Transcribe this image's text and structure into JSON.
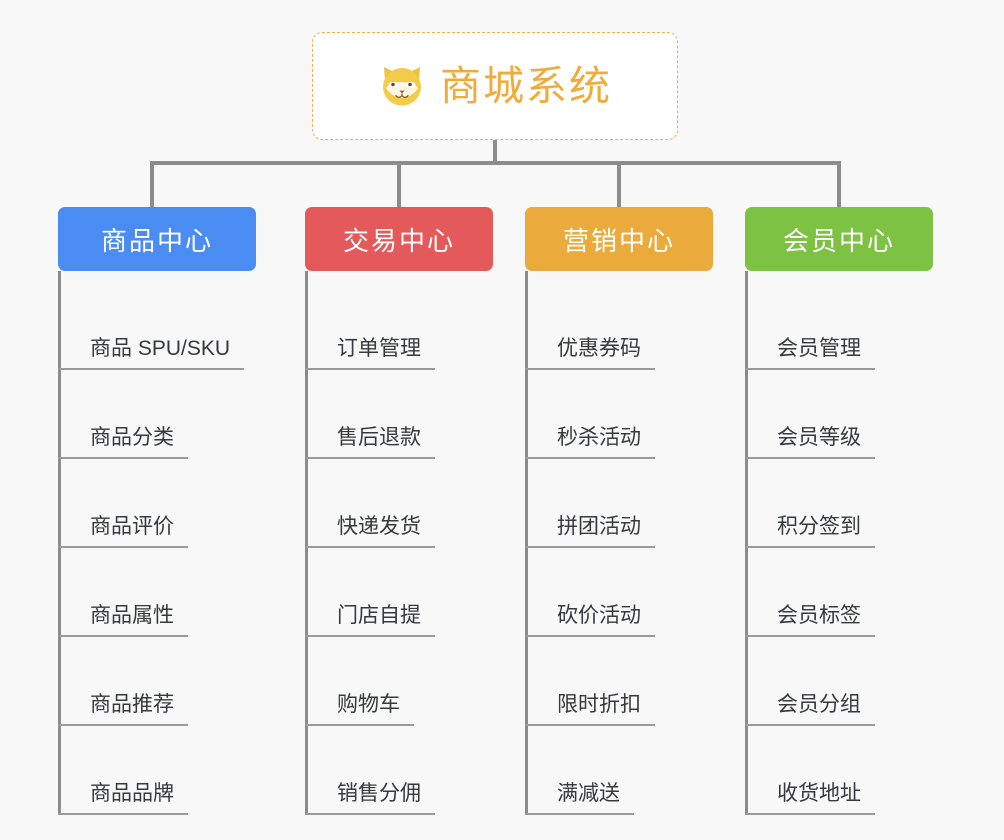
{
  "page": {
    "background_color": "#f8f8f8",
    "line_color": "#8c8c8c"
  },
  "root": {
    "title": "商城系统",
    "icon": "shiba-dog-icon",
    "text_color": "#efab3c",
    "border_color": "#eeb04a",
    "background_color": "#ffffff"
  },
  "columns": [
    {
      "id": "product-center",
      "label": "商品中心",
      "color": "#4a8cf2",
      "items": [
        "商品 SPU/SKU",
        "商品分类",
        "商品评价",
        "商品属性",
        "商品推荐",
        "商品品牌"
      ]
    },
    {
      "id": "trade-center",
      "label": "交易中心",
      "color": "#e4595a",
      "items": [
        "订单管理",
        "售后退款",
        "快递发货",
        "门店自提",
        "购物车",
        "销售分佣"
      ]
    },
    {
      "id": "marketing-center",
      "label": "营销中心",
      "color": "#eaaa3c",
      "items": [
        "优惠券码",
        "秒杀活动",
        "拼团活动",
        "砍价活动",
        "限时折扣",
        "满减送"
      ]
    },
    {
      "id": "member-center",
      "label": "会员中心",
      "color": "#7dc242",
      "items": [
        "会员管理",
        "会员等级",
        "积分签到",
        "会员标签",
        "会员分组",
        "收货地址"
      ]
    }
  ]
}
